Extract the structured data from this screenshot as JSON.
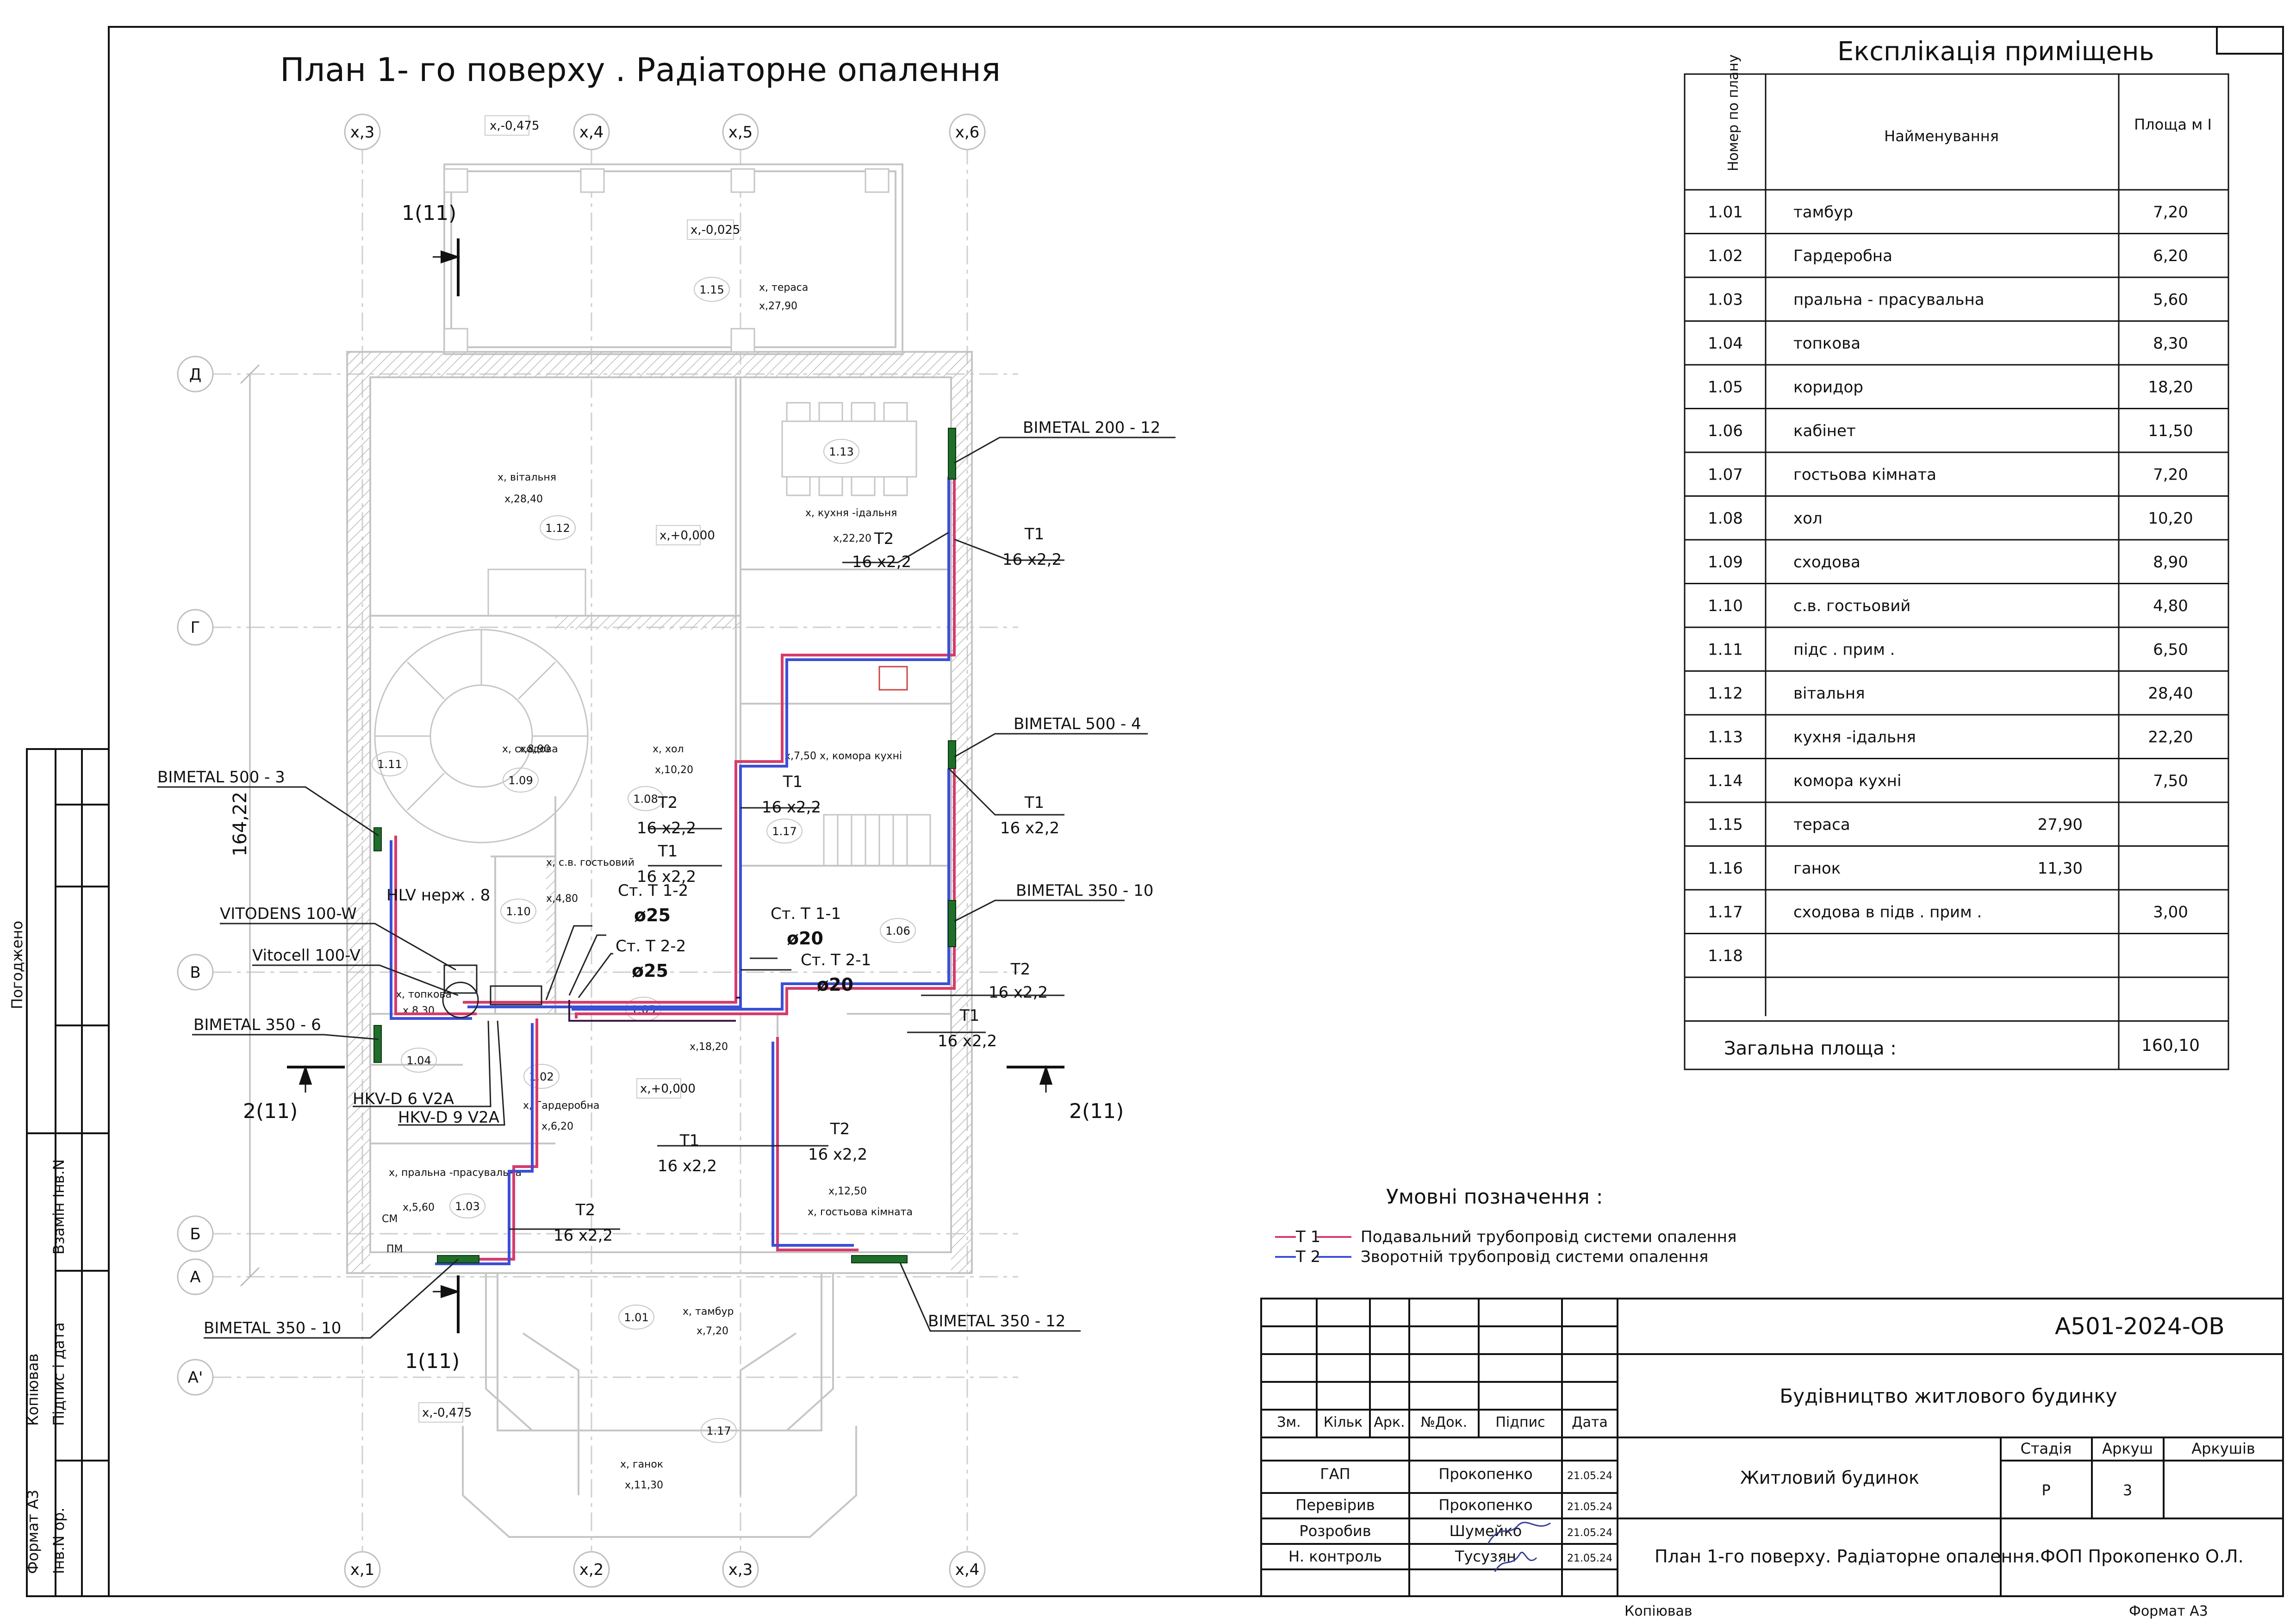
{
  "title": "План    1- го  поверху    . Радіаторне      опалення",
  "axes": {
    "top": [
      "х,3",
      "х,4",
      "х,5",
      "х,6"
    ],
    "bottom": [
      "х,1",
      "х,2",
      "х,3",
      "х,4"
    ],
    "left": [
      "Д",
      "Г",
      "В",
      "Б",
      "А",
      "А'"
    ]
  },
  "dimension_left": "164,22",
  "section_marks": [
    "1(11)",
    "2(11)",
    "2(11)",
    "1(11)"
  ],
  "levels": [
    "х,-0,475",
    "х,-0,025",
    "х,+0,000",
    "х,+0,000",
    "х,-0,475"
  ],
  "room_tags": [
    "1.15",
    "1.13",
    "1.12",
    "1.11",
    "1.09",
    "1.08",
    "1.10",
    "1.17",
    "1.06",
    "1.04",
    "1.05",
    "1.02",
    "1.03",
    "1.01",
    "1.17"
  ],
  "room_text": {
    "terrace": "х, тераса",
    "terrace_area": "х,27,90",
    "kitchen": "х, кухня -ідальня",
    "kitchen_area": "х,22,20",
    "living": "х, вітальня",
    "living_area": "х,28,40",
    "stair": "х, сходова",
    "stair_area": "х,8,90",
    "hall": "х, хол",
    "hall_area": "х,10,20",
    "pantry": "х,7,50  х, комора  кухні",
    "wc": "х, с.в. гостьовий",
    "wc_area": "х,4,80",
    "corridor_area": "х,18,20",
    "boiler": "х, топкова",
    "boiler_area": "х,8,30",
    "wardrobe": "х, Гардеробна",
    "wardrobe_area": "х,6,20",
    "laundry": "х, пральна -прасувальна",
    "laundry_area": "х,5,60",
    "guest": "х, гостьова  кімната",
    "guest_area": "х,12,50",
    "porch": "х, тамбур",
    "porch_area": "х,7,20",
    "ganok": "х, ганок",
    "ganok_area": "х,11,30",
    "sm": "СМ",
    "pm": "ПМ"
  },
  "radiators": [
    {
      "label": "BIMETAL 200 -      12"
    },
    {
      "label": "BIMETAL 500 -      4"
    },
    {
      "label": "BIMETAL 350 -      10"
    },
    {
      "label": "BIMETAL 500 -      3"
    },
    {
      "label": "BIMETAL 350 -      6"
    },
    {
      "label": "BIMETAL 350 -      10"
    },
    {
      "label": "BIMETAL 350 -      12"
    }
  ],
  "equipment": {
    "boiler": "VITODENS 100-W",
    "tank": "Vitocell 100-V",
    "collector": "HLV  нерж . 8",
    "hkv6": "HKV-D 6 V2A",
    "hkv9": "HKV-D 9 V2A"
  },
  "risers": [
    {
      "name": "Ст. Т 1-2",
      "dia": "ø25"
    },
    {
      "name": "Ст. Т 2-2",
      "dia": "ø25"
    },
    {
      "name": "Ст. Т 1-1",
      "dia": "ø20"
    },
    {
      "name": "Ст. Т 2-1",
      "dia": "ø20"
    }
  ],
  "pipe_labels": {
    "t1": "Т1",
    "t2": "Т2",
    "size": "16 х2,2"
  },
  "legend": {
    "title": "Умовні    позначення    :",
    "items": [
      {
        "code": "Т 1",
        "text": "Подавальний     трубопровід    системи   опалення",
        "color": "#d63c6b"
      },
      {
        "code": "Т 2",
        "text": "Зворотній    трубопровід    системи   опалення",
        "color": "#3c4fd6"
      }
    ]
  },
  "explication": {
    "title": "Експлікація      приміщень",
    "headers": {
      "num": "Номер по плану",
      "name": "Найменування",
      "area": "Площа м І"
    },
    "rows": [
      {
        "num": "1.01",
        "name": "тамбур",
        "area": "7,20",
        "side": ""
      },
      {
        "num": "1.02",
        "name": "Гардеробна",
        "area": "6,20",
        "side": ""
      },
      {
        "num": "1.03",
        "name": "пральна    - прасувальна",
        "area": "5,60",
        "side": ""
      },
      {
        "num": "1.04",
        "name": "топкова",
        "area": "8,30",
        "side": ""
      },
      {
        "num": "1.05",
        "name": "коридор",
        "area": "18,20",
        "side": ""
      },
      {
        "num": "1.06",
        "name": "кабінет",
        "area": "11,50",
        "side": ""
      },
      {
        "num": "1.07",
        "name": "гостьова   кімната",
        "area": "7,20",
        "side": ""
      },
      {
        "num": "1.08",
        "name": "хол",
        "area": "10,20",
        "side": ""
      },
      {
        "num": "1.09",
        "name": "сходова",
        "area": "8,90",
        "side": ""
      },
      {
        "num": "1.10",
        "name": "с.в.  гостьовий",
        "area": "4,80",
        "side": ""
      },
      {
        "num": "1.11",
        "name": "підс . прим  .",
        "area": "6,50",
        "side": ""
      },
      {
        "num": "1.12",
        "name": "вітальня",
        "area": "28,40",
        "side": ""
      },
      {
        "num": "1.13",
        "name": "кухня -ідальня",
        "area": "22,20",
        "side": ""
      },
      {
        "num": "1.14",
        "name": "комора    кухні",
        "area": "7,50",
        "side": ""
      },
      {
        "num": "1.15",
        "name": "тераса",
        "area": "",
        "side": "27,90"
      },
      {
        "num": "1.16",
        "name": "ганок",
        "area": "",
        "side": "11,30"
      },
      {
        "num": "1.17",
        "name": "сходова    в підв . прим  .",
        "area": "3,00",
        "side": ""
      },
      {
        "num": "1.18",
        "name": "",
        "area": "",
        "side": ""
      },
      {
        "num": "",
        "name": "",
        "area": "",
        "side": ""
      }
    ],
    "total_label": "Загальна    площа    :",
    "total_value": "160,10"
  },
  "title_block": {
    "code": "А501-2024-ОВ",
    "project": "Будівництво житлового будинку",
    "object": "Житловий будинок",
    "sheet_title": "План 1-го поверху. Радіаторне опалення.",
    "company": "ФОП Прокопенко О.Л.",
    "stage_h": "Стадія",
    "sheet_h": "Аркуш",
    "sheets_h": "Аркушів",
    "stage": "Р",
    "sheet": "3",
    "sheets": "",
    "col_headers": [
      "Зм.",
      "Кільк",
      "Арк.",
      "№Док.",
      "Підпис",
      "Дата"
    ],
    "staff": [
      {
        "role": "ГАП",
        "name": "Прокопенко",
        "date": "21.05.24"
      },
      {
        "role": "Перевірив",
        "name": "Прокопенко",
        "date": "21.05.24"
      },
      {
        "role": "Розробив",
        "name": "Шумейко",
        "date": "21.05.24"
      },
      {
        "role": "Н. контроль",
        "name": "Тусузян",
        "date": "21.05.24"
      }
    ],
    "copied": "Копіював",
    "format": "Формат А3"
  },
  "side_stamp": {
    "agreed": "Погоджено",
    "replace": "Взамін Інв.N",
    "signature": "Підпис і дата",
    "inv": "Інв.N ор.",
    "copied": "Копіював",
    "format": "Формат А3"
  }
}
